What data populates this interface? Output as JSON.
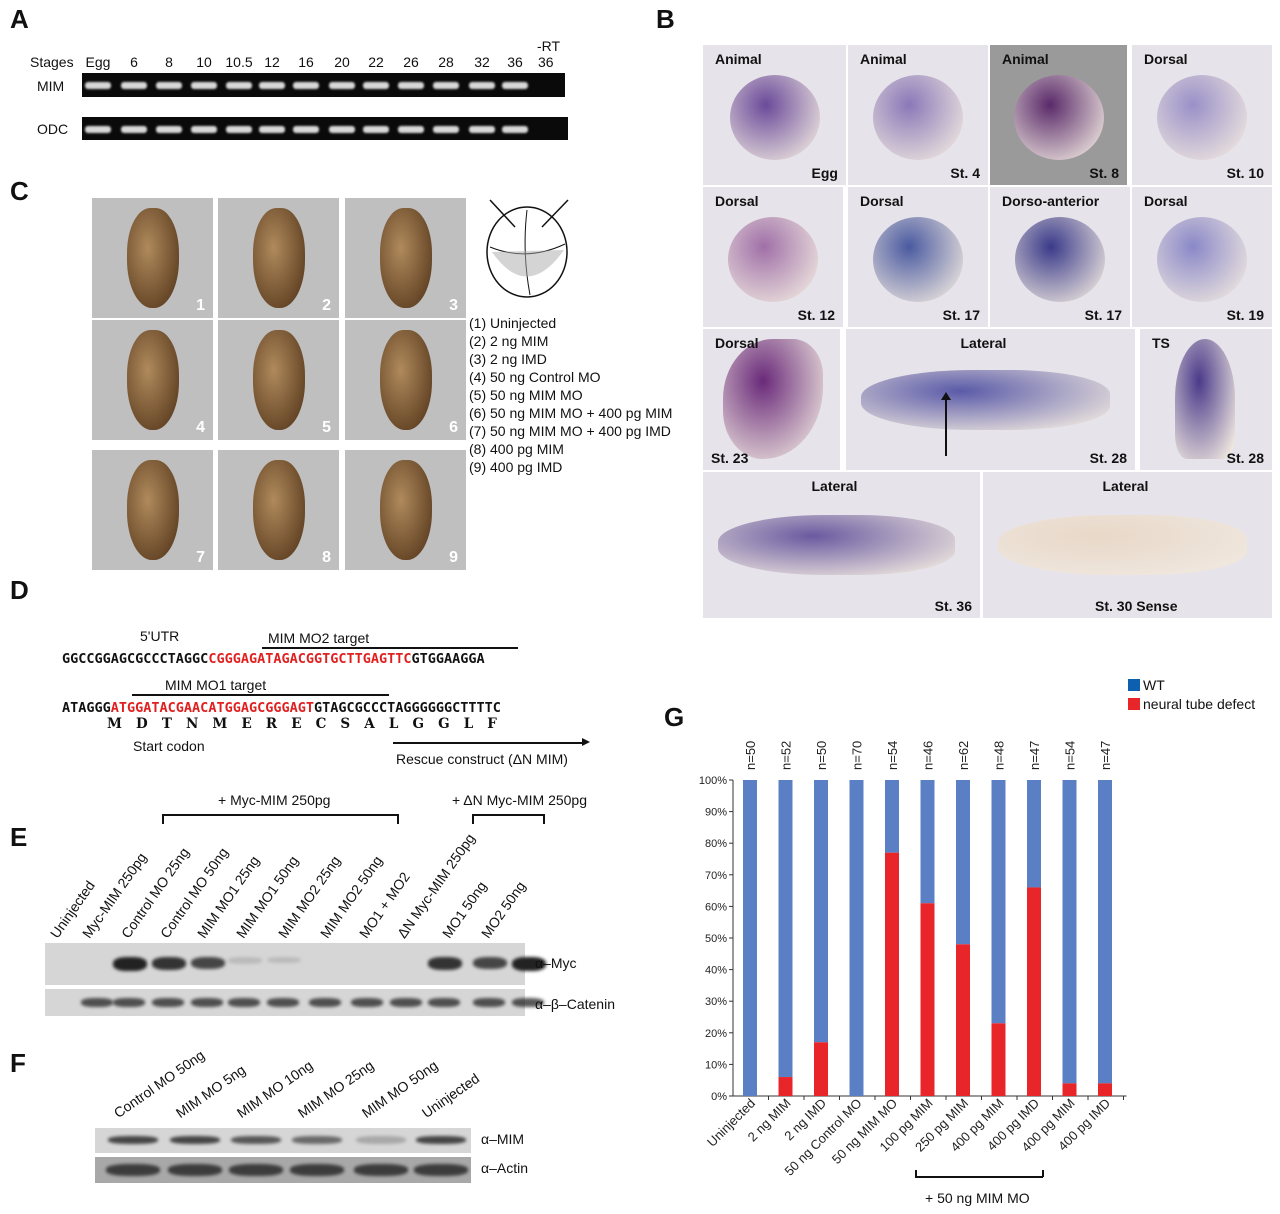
{
  "panels": {
    "A": "A",
    "B": "B",
    "C": "C",
    "D": "D",
    "E": "E",
    "F": "F",
    "G": "G"
  },
  "panelA": {
    "stages_label": "Stages",
    "stages": [
      "Egg",
      "6",
      "8",
      "10",
      "10.5",
      "12",
      "16",
      "20",
      "22",
      "26",
      "28",
      "32",
      "36"
    ],
    "rt_label": "-RT",
    "rt_stage": "36",
    "rows": [
      "MIM",
      "ODC"
    ]
  },
  "panelB": {
    "cells": [
      {
        "view": "Animal",
        "stage": "Egg",
        "color": "#6a4a9a"
      },
      {
        "view": "Animal",
        "stage": "St. 4",
        "color": "#8a78b8"
      },
      {
        "view": "Animal",
        "stage": "St. 8",
        "color": "#5a2a6a"
      },
      {
        "view": "Dorsal",
        "stage": "St. 10",
        "color": "#9a90c8"
      },
      {
        "view": "Dorsal",
        "stage": "St. 12",
        "color": "#a070a8"
      },
      {
        "view": "Dorsal",
        "stage": "St. 17",
        "color": "#4a5aa0"
      },
      {
        "view": "Dorso-anterior",
        "stage": "St. 17",
        "color": "#3a3a8a"
      },
      {
        "view": "Dorsal",
        "stage": "St. 19",
        "color": "#8a88c8"
      },
      {
        "view": "Dorsal",
        "stage": "St. 23",
        "color": "#6a2a7a"
      },
      {
        "view": "Lateral",
        "stage": "St. 28",
        "color": "#5a5aa8"
      },
      {
        "view": "TS",
        "stage": "St. 28",
        "color": "#4a3a8a"
      },
      {
        "view": "Lateral",
        "stage": "St. 36",
        "color": "#6a5aa0"
      },
      {
        "view": "Lateral",
        "stage": "St. 30 Sense",
        "color": "#e8d8c8"
      }
    ]
  },
  "panelC": {
    "numbers": [
      "1",
      "2",
      "3",
      "4",
      "5",
      "6",
      "7",
      "8",
      "9"
    ],
    "legend": [
      "(1) Uninjected",
      "(2) 2 ng MIM",
      "(3) 2 ng IMD",
      "(4) 50 ng Control MO",
      "(5) 50 ng MIM MO",
      "(6) 50 ng MIM MO + 400 pg MIM",
      "(7) 50 ng MIM MO + 400 pg IMD",
      "(8) 400 pg MIM",
      "(9) 400 pg IMD"
    ]
  },
  "panelD": {
    "utr_label": "5'UTR",
    "mo2_label": "MIM MO2 target",
    "seq1_a": "GGCCGGAGCGCCCTAGGC",
    "seq1_red": "CGGGAGATAGACGGTGCTTGAGTTC",
    "seq1_b": "GTGGAAGGA",
    "mo1_label": "MIM MO1 target",
    "seq2_a": "ATAGGG",
    "seq2_red": "ATGGATACGAACATGGAGCGGGAGT",
    "seq2_b": "GTAGCGCCCTAGGGGGGCTTTTC",
    "aa": "M   D   T   N   M   E   R   E   C   S   A   L   G   G   L   F",
    "start_label": "Start codon",
    "rescue_label": "Rescue construct (ΔN MIM)"
  },
  "panelE": {
    "bracket1": "+ Myc-MIM 250pg",
    "bracket2": "+ ΔN Myc-MIM 250pg",
    "lanes": [
      "Uninjected",
      "Myc-MIM 250pg",
      "Control MO 25ng",
      "Control MO 50ng",
      "MIM MO1 25ng",
      "MIM MO1 50ng",
      "MIM MO2 25ng",
      "MIM MO2 50ng",
      "MO1  + MO2",
      "ΔN Myc-MIM 250pg",
      "MO1 50ng",
      "MO2 50ng"
    ],
    "myc_label": "α–Myc",
    "cat_label": "α–β–Catenin",
    "myc_levels": [
      0,
      1,
      0.9,
      0.8,
      0.1,
      0.05,
      0,
      0,
      0,
      0.9,
      0.8,
      1
    ]
  },
  "panelF": {
    "lanes": [
      "Control MO 50ng",
      "MIM MO 5ng",
      "MIM MO 10ng",
      "MIM MO 25ng",
      "MIM MO 50ng",
      "Uninjected"
    ],
    "mim_label": "α–MIM",
    "actin_label": "α–Actin",
    "mim_levels": [
      0.8,
      0.8,
      0.7,
      0.6,
      0.25,
      0.8
    ]
  },
  "chart_data": {
    "type": "bar",
    "stacked": true,
    "categories": [
      "Uninjected",
      "2 ng MIM",
      "2 ng IMD",
      "50 ng Control MO",
      "50 ng MIM MO",
      "100 pg MIM",
      "250 pg MIM",
      "400 pg MIM",
      "400 pg IMD",
      "400 pg MIM",
      "400 pg IMD"
    ],
    "n_labels": [
      "n=50",
      "n=52",
      "n=50",
      "n=70",
      "n=54",
      "n=46",
      "n=62",
      "n=48",
      "n=47",
      "n=54",
      "n=47"
    ],
    "series": [
      {
        "name": "WT",
        "color": "#5b7fc4",
        "values": [
          100,
          94,
          83,
          100,
          23,
          39,
          52,
          77,
          34,
          96,
          96
        ]
      },
      {
        "name": "neural tube defect",
        "color": "#e8262a",
        "values": [
          0,
          6,
          17,
          0,
          77,
          61,
          48,
          23,
          66,
          4,
          4
        ]
      }
    ],
    "yticks": [
      "0%",
      "10%",
      "20%",
      "30%",
      "40%",
      "50%",
      "60%",
      "70%",
      "80%",
      "90%",
      "100%"
    ],
    "ylim": [
      0,
      100
    ],
    "group_label": "+ 50 ng MIM MO",
    "legend": [
      "WT",
      "neural tube defect"
    ],
    "legend_colors": [
      "#0d5fb0",
      "#e8262a"
    ],
    "legend_position": "top-right"
  }
}
